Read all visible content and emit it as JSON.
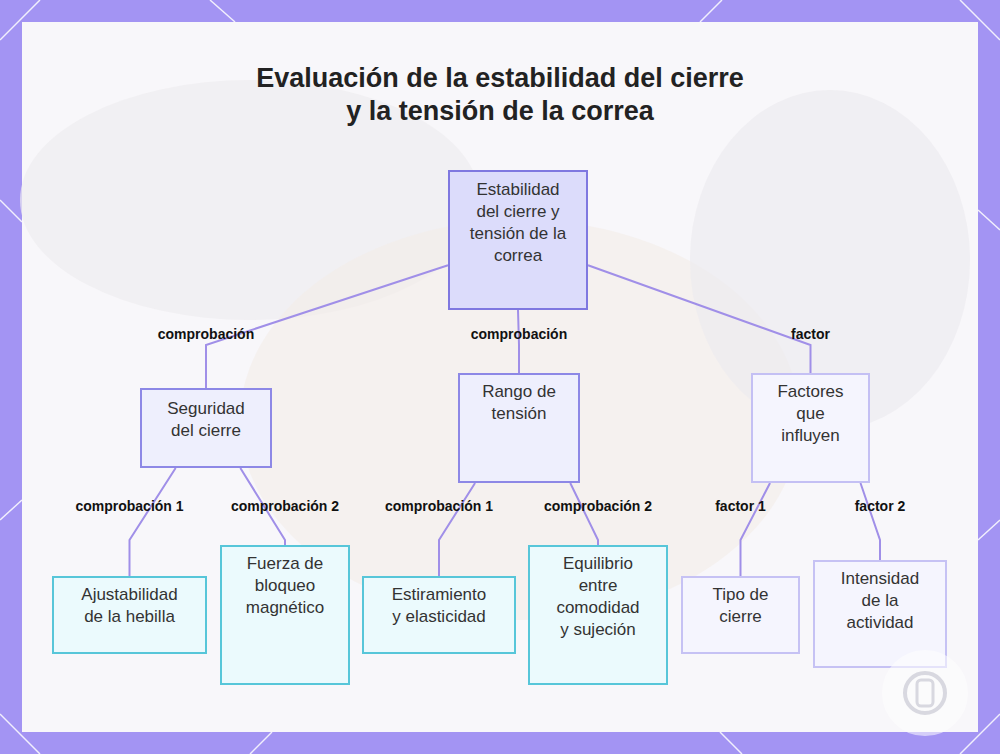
{
  "diagram": {
    "title": "Evaluación de la estabilidad del cierre y la tensión de la correa",
    "nodes": [
      {
        "text": [
          "Estabilidad del cierre y tensión de la correa"
        ]
      },
      {
        "text": [
          "Seguridad del cierre"
        ]
      },
      {
        "text": [
          "Rango de tensión"
        ]
      },
      {
        "text": [
          "Factores que influyen"
        ]
      },
      {
        "text": [
          "Ajustabilidad de la hebilla"
        ]
      },
      {
        "text": [
          "Fuerza de bloqueo magnético"
        ]
      },
      {
        "text": [
          "Estiramiento y elasticidad"
        ]
      },
      {
        "text": [
          "Equilibrio entre comodidad y sujeción"
        ]
      },
      {
        "text": [
          "Tipo de cierre"
        ]
      },
      {
        "text": [
          "Intensidad de la actividad"
        ]
      }
    ],
    "edges": [
      {
        "from": 0,
        "to": 1,
        "arrow": "none",
        "label": "comprobación"
      },
      {
        "from": 0,
        "to": 2,
        "arrow": "none",
        "label": "comprobación"
      },
      {
        "from": 0,
        "to": 3,
        "arrow": "none",
        "label": "factor"
      },
      {
        "from": 1,
        "to": 4,
        "arrow": "none",
        "label": "comprobación 1"
      },
      {
        "from": 1,
        "to": 5,
        "arrow": "none",
        "label": "comprobación 2"
      },
      {
        "from": 2,
        "to": 6,
        "arrow": "none",
        "label": "comprobación 1"
      },
      {
        "from": 2,
        "to": 7,
        "arrow": "none",
        "label": "comprobación 2"
      },
      {
        "from": 3,
        "to": 8,
        "arrow": "none",
        "label": "factor 1"
      },
      {
        "from": 3,
        "to": 9,
        "arrow": "none",
        "label": "factor 2"
      }
    ]
  }
}
